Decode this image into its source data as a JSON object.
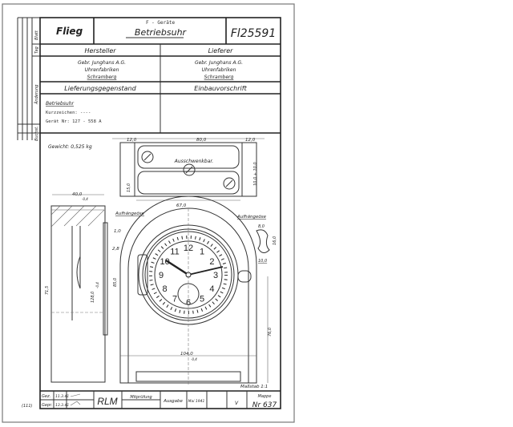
{
  "title_block": {
    "category": "Flieg",
    "subtitle": "F - Geräte",
    "title": "Betriebsuhr",
    "drawing_number": "Fl25591",
    "margin_labels": [
      "Blatt",
      "Tag",
      "Änderung",
      "Buchst."
    ]
  },
  "parties": {
    "manufacturer_header": "Hersteller",
    "supplier_header": "Lieferer",
    "manufacturer": [
      "Gebr. Junghans A.G.",
      "Uhrenfabriken",
      "Schramberg"
    ],
    "supplier": [
      "Gebr. Junghans A.G.",
      "Uhrenfabriken",
      "Schramberg"
    ]
  },
  "delivery": {
    "item_header": "Lieferungsgegenstand",
    "install_header": "Einbauvorschrift",
    "item_name": "Betriebsuhr",
    "short_code": "Kurzzeichen: ----",
    "device_number": "Gerät Nr: 127 - 558 A"
  },
  "drawing": {
    "weight": "Gewicht: 0,525 kg",
    "swivel_label": "Ausschwenkbar.",
    "hanger_label_left": "Aufhängeöse",
    "hanger_label_right": "Aufhängeöse",
    "dimensions": {
      "top_left": "12,0",
      "top_middle": "80,0",
      "top_right": "12,0",
      "height_small": "15,0",
      "right_vertical": "10,0 + 10,0",
      "width_67": "67,0",
      "side_width": "40,0",
      "side_tol": "-0,4",
      "d_1": "1,0",
      "d_2": "2,8",
      "d_715": "71,5",
      "d_128": "128,0",
      "d_128_tol": "-0,4",
      "d_85": "85,0",
      "eye_width": "8,0",
      "eye_height": "16,0",
      "eye_offset": "10,0",
      "d_76": "76,0",
      "base_width": "104,0",
      "base_tol": "-0,4"
    },
    "dial_numbers": [
      "12",
      "1",
      "2",
      "3",
      "4",
      "5",
      "6",
      "7",
      "8",
      "9",
      "10",
      "11"
    ],
    "scale": "Maßstab 1:1"
  },
  "footer": {
    "drawn_label": "Gez.",
    "drawn_date": "11.3.41",
    "checked_label": "Gepr.",
    "checked_date": "13.3.41",
    "prefix": "(111)",
    "authority": "RLM",
    "co_check": "Mitprüfung",
    "issue_label": "Ausgabe",
    "issue_date": "Mai 1941",
    "folder_label": "Mappe",
    "folder_number": "Nr 637",
    "mark": "V"
  }
}
